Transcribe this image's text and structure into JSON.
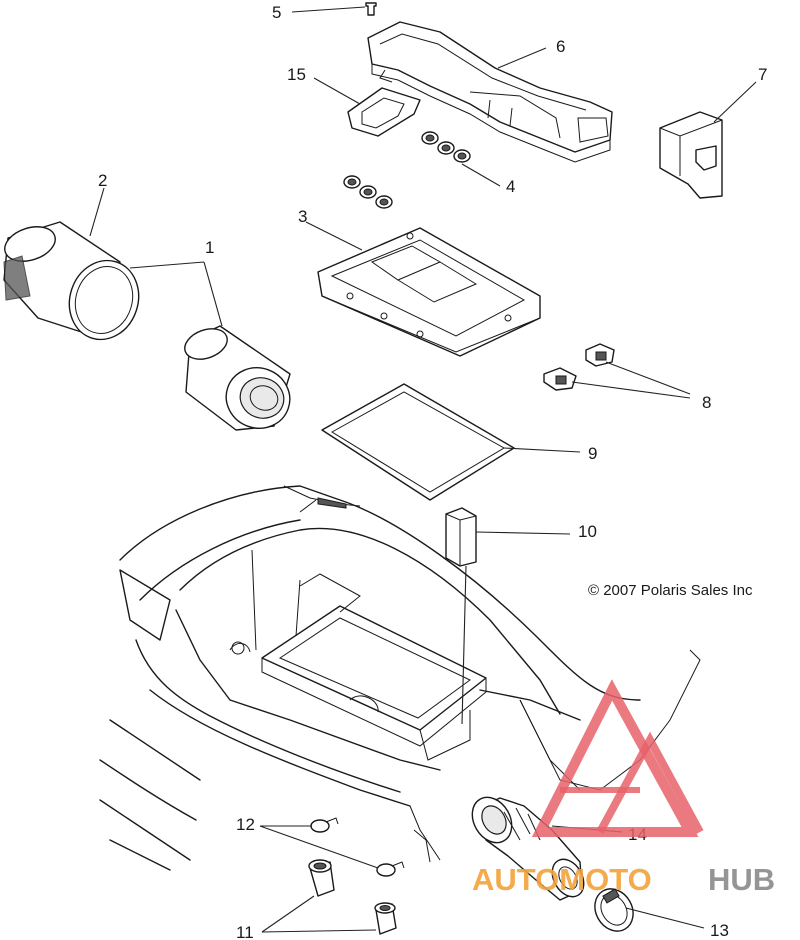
{
  "copyright": "© 2007 Polaris Sales Inc",
  "watermark": {
    "text_orange": "AUTOMOTO",
    "text_gray": "HUB",
    "color_red": "#e8626a",
    "color_orange": "#f2a33a",
    "color_gray": "#8a8a8a"
  },
  "callouts": {
    "c1": "1",
    "c2": "2",
    "c3": "3",
    "c4": "4",
    "c5": "5",
    "c6": "6",
    "c7": "7",
    "c8": "8",
    "c9": "9",
    "c10": "10",
    "c11": "11",
    "c12": "12",
    "c13": "13",
    "c14": "14",
    "c15": "15"
  }
}
